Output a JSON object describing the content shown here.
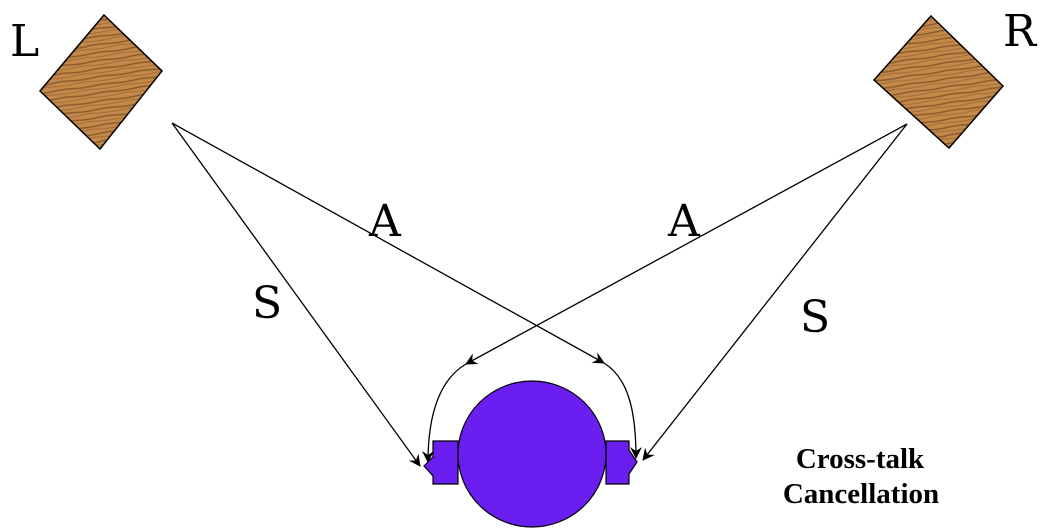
{
  "labels": {
    "left_speaker": "L",
    "right_speaker": "R",
    "crosstalk_left": "A",
    "crosstalk_right": "A",
    "direct_left": "S",
    "direct_right": "S"
  },
  "caption": {
    "line1": "Cross-talk",
    "line2": "Cancellation"
  },
  "colors": {
    "speaker_wood": "#c08a4a",
    "speaker_grain": "#8a5a2a",
    "head": "#6a1ef0",
    "head_outline": "#000000",
    "lines": "#000000",
    "background": "#ffffff"
  },
  "icons": {
    "left_speaker": "speaker-icon",
    "right_speaker": "speaker-icon",
    "listener_head": "head-icon"
  }
}
